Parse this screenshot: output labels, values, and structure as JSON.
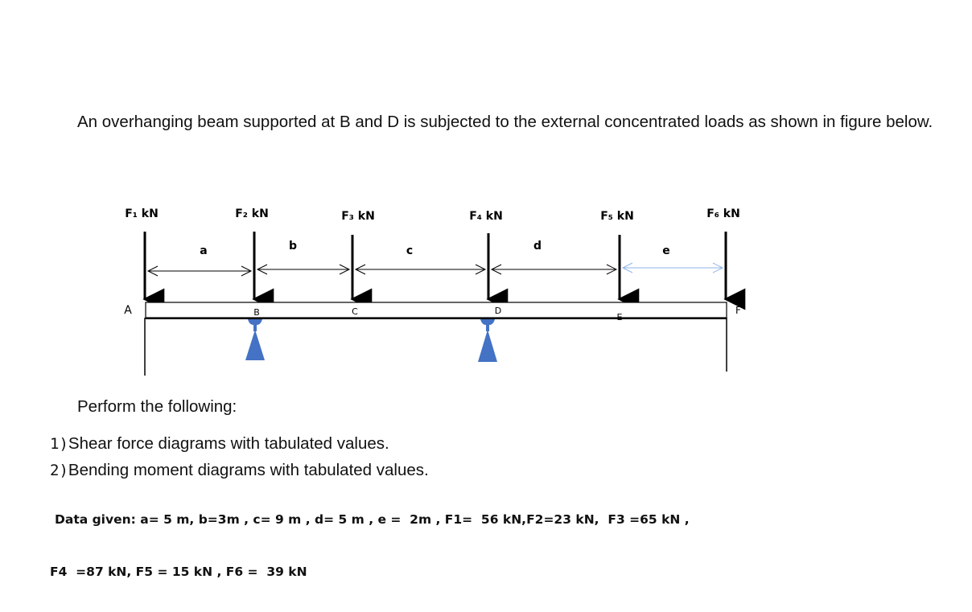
{
  "problem": {
    "intro": "An overhanging beam supported at B and D  is subjected to the external concentrated loads as shown in figure below."
  },
  "figure": {
    "loads": [
      {
        "label": "F₁ kN"
      },
      {
        "label": "F₂ kN"
      },
      {
        "label": "F₃ kN"
      },
      {
        "label": "F₄ kN"
      },
      {
        "label": "F₅ kN"
      },
      {
        "label": "F₆ kN"
      }
    ],
    "spans": [
      {
        "label": "a"
      },
      {
        "label": "b"
      },
      {
        "label": "c"
      },
      {
        "label": "d"
      },
      {
        "label": "e"
      }
    ],
    "points": [
      {
        "label": "A"
      },
      {
        "label": "B"
      },
      {
        "label": "C"
      },
      {
        "label": "D"
      },
      {
        "label": "E"
      },
      {
        "label": "F"
      }
    ],
    "support_color": "#4472c4",
    "highlight_color": "#8fb4e8"
  },
  "tasks": {
    "heading": "Perform the following:",
    "items": [
      {
        "number": "1)",
        "text": "Shear force diagrams with tabulated values."
      },
      {
        "number": "2)",
        "text": "Bending moment diagrams with tabulated values."
      }
    ]
  },
  "data_given": {
    "line1": "Data given: a= 5 m, b=3m , c= 9 m , d= 5 m , e =  2m , F1=  56 kN,F2=23 kN,  F3 =65 kN ,",
    "line2": "F4  =87 kN, F5 = 15 kN , F6 =  39 kN"
  }
}
